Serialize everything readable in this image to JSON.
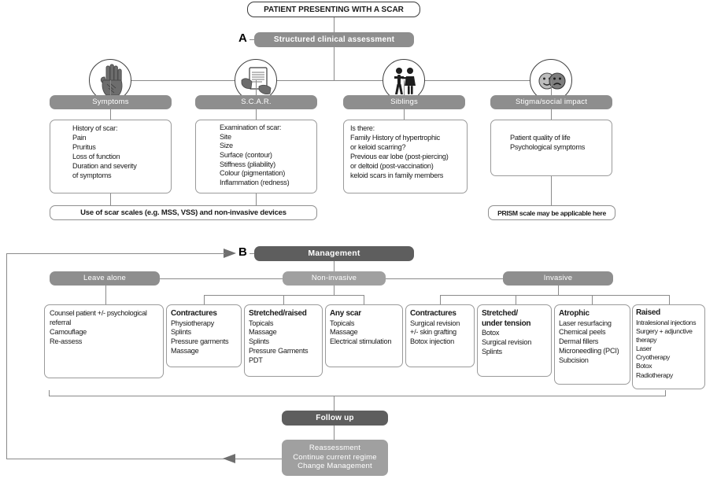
{
  "title_box": {
    "label": "PATIENT PRESENTING WITH A SCAR"
  },
  "section_a": {
    "letter": "A",
    "header": "Structured clinical assessment",
    "columns": [
      {
        "icon": "hand-scar-icon",
        "header": "Symptoms",
        "items": [
          "History of scar:",
          "Pain",
          "Pruritus",
          "Loss of function",
          "Duration and severity",
          "of symptoms"
        ]
      },
      {
        "icon": "clipboard-examination-icon",
        "header": "S.C.A.R.",
        "items": [
          "Examination of scar:",
          "Site",
          "Size",
          "Surface (contour)",
          "Stiffness (pliability)",
          "Colour (pigmentation)",
          "Inflammation (redness)"
        ]
      },
      {
        "icon": "siblings-people-icon",
        "header": "Siblings",
        "items": [
          "Is there:",
          "Family History of hypertrophic",
          "or keloid scarring?",
          "Previous ear lobe (post-piercing)",
          "or deltoid (post-vaccination)",
          "keloid scars in family members"
        ]
      },
      {
        "icon": "happy-sad-faces-icon",
        "header": "Stigma/social impact",
        "items": [
          "Patient quality of life",
          "Psychological symptoms"
        ]
      }
    ],
    "scar_scales_bar": "Use of scar scales (e.g. MSS, VSS) and non-invasive devices",
    "prism_bar": "PRISM scale may be applicable here"
  },
  "section_b": {
    "letter": "B",
    "header": "Management",
    "branches": [
      {
        "header": "Leave alone"
      },
      {
        "header": "Non-invasive"
      },
      {
        "header": "Invasive"
      }
    ],
    "leave_alone_card": {
      "items": [
        "Counsel patient +/- psychological",
        "referral",
        "Camouflage",
        "Re-assess"
      ]
    },
    "noninvasive_cards": [
      {
        "title": "Contractures",
        "items": [
          "Physiotherapy",
          "Splints",
          "Pressure garments",
          "Massage"
        ]
      },
      {
        "title": "Stretched/raised",
        "items": [
          "Topicals",
          "Massage",
          "Splints",
          "Pressure Garments",
          "PDT"
        ]
      },
      {
        "title": "Any scar",
        "items": [
          "Topicals",
          "Massage",
          "Electrical stimulation"
        ]
      }
    ],
    "invasive_cards": [
      {
        "title": "Contractures",
        "items": [
          "Surgical revision",
          "+/- skin grafting",
          "Botox injection"
        ]
      },
      {
        "title": "Stretched/ under tension",
        "title_line1": "Stretched/",
        "title_line2": "under tension",
        "items": [
          "Botox",
          "Surgical revision",
          "Splints"
        ]
      },
      {
        "title": "Atrophic",
        "items": [
          "Laser resurfacing",
          "Chemical peels",
          "Dermal fillers",
          "Microneedling (PCI)",
          "Subcision"
        ]
      },
      {
        "title": "Raised",
        "items": [
          "Intralesional injections",
          "Surgery + adjunctive",
          "therapy",
          "Laser",
          "Cryotherapy",
          "Botox",
          "Radiotherapy"
        ]
      }
    ]
  },
  "footer": {
    "follow_up": "Follow up",
    "reassessment": {
      "line1": "Reassessment",
      "line2": "Continue current regime",
      "line3": "Change Management"
    }
  },
  "colors": {
    "bar_mid": "#8e8e8e",
    "bar_dark": "#5e5e5e",
    "bar_light": "#a0a0a0",
    "line": "#8a8a8a",
    "text": "#1a1a1a"
  }
}
